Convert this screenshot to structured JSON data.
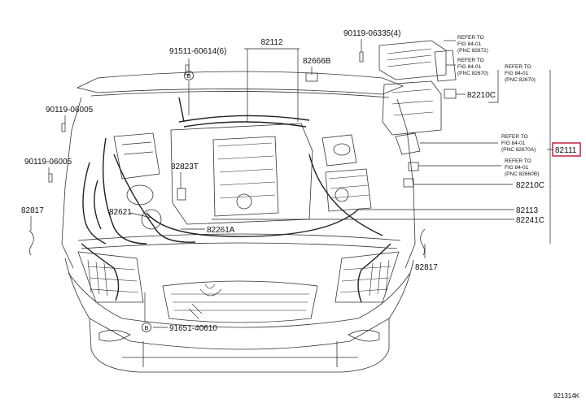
{
  "parts": {
    "p82112": "82112",
    "p82666B": "82666B",
    "p91511": "91511-60614(6)",
    "p90119_06335": "90119-06335(4)",
    "p90119_06005a": "90119-06005",
    "p90119_06005b": "90119-06005",
    "p82823T": "82823T",
    "p82817a": "82817",
    "p82621": "82621",
    "p82261A": "82261A",
    "p82210Ca": "82210C",
    "p82210Cb": "82210C",
    "p82113": "82113",
    "p82241C": "82241C",
    "p82817b": "82817",
    "p91651": "91651-40610",
    "p82111": "82111",
    "circB": "B",
    "circB2": "B"
  },
  "refs": {
    "r1": [
      "REFER TO",
      "FIG 84-01",
      "(PNC 82672)"
    ],
    "r2": [
      "REFER TO",
      "FIG 84-01",
      "(PNC 82670)"
    ],
    "r3": [
      "REFER TO",
      "FIG 84-01",
      "(PNC 82670)"
    ],
    "r4": [
      "REFER TO",
      "FIG 84-01",
      "(PNC 82670A)"
    ],
    "r5": [
      "REFER TO",
      "FIG 84-01",
      "(PNC 82660B)"
    ]
  },
  "figure_id": "921314K",
  "colors": {
    "highlight": "#c8102e",
    "line": "#222222"
  }
}
